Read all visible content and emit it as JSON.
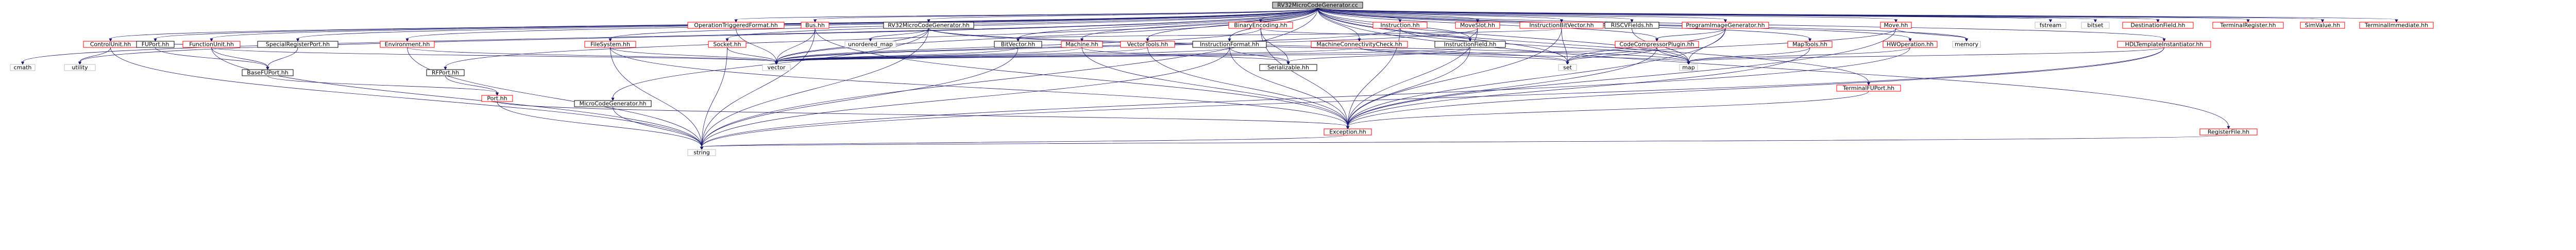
{
  "colors": {
    "root_fill": "#bfbfbf",
    "default_border": "#000000",
    "red_border": "#ff0000",
    "system_border": "#bfbfbf",
    "text": "#000000",
    "edge": "#191970"
  },
  "graph": {
    "root": "n_root",
    "nodes": [
      {
        "id": "n_root",
        "label": "RV32MicroCodeGenerator.cc",
        "kind": "root"
      },
      {
        "id": "n_cmath",
        "label": "cmath",
        "kind": "system"
      },
      {
        "id": "n_utility",
        "label": "utility",
        "kind": "system"
      },
      {
        "id": "n_controlunit",
        "label": "ControlUnit.hh",
        "kind": "red"
      },
      {
        "id": "n_fuport",
        "label": "FUPort.hh",
        "kind": "normal"
      },
      {
        "id": "n_funcunit",
        "label": "FunctionUnit.hh",
        "kind": "red"
      },
      {
        "id": "n_specialreg",
        "label": "SpecialRegisterPort.hh",
        "kind": "normal"
      },
      {
        "id": "n_baseport",
        "label": "BaseFUPort.hh",
        "kind": "normal"
      },
      {
        "id": "n_environment",
        "label": "Environment.hh",
        "kind": "red"
      },
      {
        "id": "n_rfport",
        "label": "RFPort.hh",
        "kind": "normal"
      },
      {
        "id": "n_port",
        "label": "Port.hh",
        "kind": "red"
      },
      {
        "id": "n_filesystem",
        "label": "FileSystem.hh",
        "kind": "red"
      },
      {
        "id": "n_microcodegen",
        "label": "MicroCodeGenerator.hh",
        "kind": "normal"
      },
      {
        "id": "n_optrig",
        "label": "OperationTriggeredFormat.hh",
        "kind": "red"
      },
      {
        "id": "n_bus",
        "label": "Bus.hh",
        "kind": "red"
      },
      {
        "id": "n_socket",
        "label": "Socket.hh",
        "kind": "red"
      },
      {
        "id": "n_rv32mcg",
        "label": "RV32MicroCodeGenerator.hh",
        "kind": "normal"
      },
      {
        "id": "n_unordered",
        "label": "unordered_map",
        "kind": "system"
      },
      {
        "id": "n_vector",
        "label": "vector",
        "kind": "system"
      },
      {
        "id": "n_binenc",
        "label": "BinaryEncoding.hh",
        "kind": "red"
      },
      {
        "id": "n_bitvector",
        "label": "BitVector.hh",
        "kind": "normal"
      },
      {
        "id": "n_machine",
        "label": "Machine.hh",
        "kind": "red"
      },
      {
        "id": "n_vectortools",
        "label": "VectorTools.hh",
        "kind": "red"
      },
      {
        "id": "n_instruction",
        "label": "Instruction.hh",
        "kind": "red"
      },
      {
        "id": "n_instrformat",
        "label": "InstructionFormat.hh",
        "kind": "normal"
      },
      {
        "id": "n_serializable",
        "label": "Serializable.hh",
        "kind": "normal"
      },
      {
        "id": "n_machconn",
        "label": "MachineConnectivityCheck.hh",
        "kind": "red"
      },
      {
        "id": "n_moveslot",
        "label": "MoveSlot.hh",
        "kind": "red"
      },
      {
        "id": "n_instrfield",
        "label": "InstructionField.hh",
        "kind": "normal"
      },
      {
        "id": "n_instrbitvec",
        "label": "InstructionBitVector.hh",
        "kind": "red"
      },
      {
        "id": "n_riscvfields",
        "label": "RISCVFields.hh",
        "kind": "normal"
      },
      {
        "id": "n_set",
        "label": "set",
        "kind": "system"
      },
      {
        "id": "n_progimggen",
        "label": "ProgramImageGenerator.hh",
        "kind": "red"
      },
      {
        "id": "n_codecomp",
        "label": "CodeCompressorPlugin.hh",
        "kind": "red"
      },
      {
        "id": "n_maptools",
        "label": "MapTools.hh",
        "kind": "red"
      },
      {
        "id": "n_map",
        "label": "map",
        "kind": "system"
      },
      {
        "id": "n_terminalfuport",
        "label": "TerminalFUPort.hh",
        "kind": "red"
      },
      {
        "id": "n_move",
        "label": "Move.hh",
        "kind": "red"
      },
      {
        "id": "n_hwoperation",
        "label": "HWOperation.hh",
        "kind": "red"
      },
      {
        "id": "n_memory",
        "label": "memory",
        "kind": "system"
      },
      {
        "id": "n_fstream",
        "label": "fstream",
        "kind": "system"
      },
      {
        "id": "n_bitset",
        "label": "bitset",
        "kind": "system"
      },
      {
        "id": "n_destfield",
        "label": "DestinationField.hh",
        "kind": "red"
      },
      {
        "id": "n_hdltempl",
        "label": "HDLTemplateInstantiator.hh",
        "kind": "red"
      },
      {
        "id": "n_termreg",
        "label": "TerminalRegister.hh",
        "kind": "red"
      },
      {
        "id": "n_simvalue",
        "label": "SimValue.hh",
        "kind": "red"
      },
      {
        "id": "n_termimm",
        "label": "TerminalImmediate.hh",
        "kind": "red"
      },
      {
        "id": "n_registerfile",
        "label": "RegisterFile.hh",
        "kind": "red"
      },
      {
        "id": "n_exception",
        "label": "Exception.hh",
        "kind": "red"
      },
      {
        "id": "n_string",
        "label": "string",
        "kind": "system"
      }
    ],
    "edges": [
      [
        "n_root",
        "n_cmath"
      ],
      [
        "n_root",
        "n_utility"
      ],
      [
        "n_root",
        "n_controlunit"
      ],
      [
        "n_root",
        "n_fuport"
      ],
      [
        "n_root",
        "n_funcunit"
      ],
      [
        "n_root",
        "n_specialreg"
      ],
      [
        "n_root",
        "n_environment"
      ],
      [
        "n_root",
        "n_rfport"
      ],
      [
        "n_root",
        "n_filesystem"
      ],
      [
        "n_root",
        "n_optrig"
      ],
      [
        "n_root",
        "n_bus"
      ],
      [
        "n_root",
        "n_socket"
      ],
      [
        "n_root",
        "n_rv32mcg"
      ],
      [
        "n_root",
        "n_binenc"
      ],
      [
        "n_root",
        "n_bitvector"
      ],
      [
        "n_root",
        "n_machine"
      ],
      [
        "n_root",
        "n_vectortools"
      ],
      [
        "n_root",
        "n_instruction"
      ],
      [
        "n_root",
        "n_instrformat"
      ],
      [
        "n_root",
        "n_machconn"
      ],
      [
        "n_root",
        "n_moveslot"
      ],
      [
        "n_root",
        "n_instrfield"
      ],
      [
        "n_root",
        "n_instrbitvec"
      ],
      [
        "n_root",
        "n_riscvfields"
      ],
      [
        "n_root",
        "n_progimggen"
      ],
      [
        "n_root",
        "n_codecomp"
      ],
      [
        "n_root",
        "n_maptools"
      ],
      [
        "n_root",
        "n_terminalfuport"
      ],
      [
        "n_root",
        "n_move"
      ],
      [
        "n_root",
        "n_hwoperation"
      ],
      [
        "n_root",
        "n_memory"
      ],
      [
        "n_root",
        "n_fstream"
      ],
      [
        "n_root",
        "n_bitset"
      ],
      [
        "n_root",
        "n_destfield"
      ],
      [
        "n_root",
        "n_hdltempl"
      ],
      [
        "n_root",
        "n_termreg"
      ],
      [
        "n_root",
        "n_simvalue"
      ],
      [
        "n_root",
        "n_termimm"
      ],
      [
        "n_root",
        "n_registerfile"
      ],
      [
        "n_root",
        "n_string"
      ],
      [
        "n_root",
        "n_vector"
      ],
      [
        "n_root",
        "n_map"
      ],
      [
        "n_root",
        "n_set"
      ],
      [
        "n_controlunit",
        "n_utility"
      ],
      [
        "n_controlunit",
        "n_funcunit"
      ],
      [
        "n_controlunit",
        "n_string"
      ],
      [
        "n_fuport",
        "n_baseport"
      ],
      [
        "n_funcunit",
        "n_baseport"
      ],
      [
        "n_funcunit",
        "n_vector"
      ],
      [
        "n_funcunit",
        "n_string"
      ],
      [
        "n_specialreg",
        "n_baseport"
      ],
      [
        "n_baseport",
        "n_port"
      ],
      [
        "n_environment",
        "n_vector"
      ],
      [
        "n_environment",
        "n_string"
      ],
      [
        "n_rfport",
        "n_port"
      ],
      [
        "n_port",
        "n_string"
      ],
      [
        "n_port",
        "n_exception"
      ],
      [
        "n_filesystem",
        "n_vector"
      ],
      [
        "n_filesystem",
        "n_string"
      ],
      [
        "n_filesystem",
        "n_exception"
      ],
      [
        "n_microcodegen",
        "n_string"
      ],
      [
        "n_optrig",
        "n_vector"
      ],
      [
        "n_bus",
        "n_vector"
      ],
      [
        "n_bus",
        "n_string"
      ],
      [
        "n_bus",
        "n_exception"
      ],
      [
        "n_socket",
        "n_vector"
      ],
      [
        "n_socket",
        "n_string"
      ],
      [
        "n_rv32mcg",
        "n_microcodegen"
      ],
      [
        "n_rv32mcg",
        "n_unordered"
      ],
      [
        "n_rv32mcg",
        "n_vector"
      ],
      [
        "n_rv32mcg",
        "n_map"
      ],
      [
        "n_rv32mcg",
        "n_set"
      ],
      [
        "n_rv32mcg",
        "n_string"
      ],
      [
        "n_binenc",
        "n_vector"
      ],
      [
        "n_binenc",
        "n_serializable"
      ],
      [
        "n_binenc",
        "n_instrfield"
      ],
      [
        "n_binenc",
        "n_exception"
      ],
      [
        "n_bitvector",
        "n_vector"
      ],
      [
        "n_bitvector",
        "n_string"
      ],
      [
        "n_machine",
        "n_vector"
      ],
      [
        "n_machine",
        "n_serializable"
      ],
      [
        "n_machine",
        "n_exception"
      ],
      [
        "n_vectortools",
        "n_vector"
      ],
      [
        "n_vectortools",
        "n_exception"
      ],
      [
        "n_instruction",
        "n_vector"
      ],
      [
        "n_instruction",
        "n_exception"
      ],
      [
        "n_instruction",
        "n_map"
      ],
      [
        "n_instrformat",
        "n_vector"
      ],
      [
        "n_instrformat",
        "n_serializable"
      ],
      [
        "n_instrformat",
        "n_exception"
      ],
      [
        "n_instrformat",
        "n_string"
      ],
      [
        "n_machconn",
        "n_vector"
      ],
      [
        "n_machconn",
        "n_set"
      ],
      [
        "n_machconn",
        "n_map"
      ],
      [
        "n_moveslot",
        "n_instrfield"
      ],
      [
        "n_moveslot",
        "n_exception"
      ],
      [
        "n_moveslot",
        "n_vector"
      ],
      [
        "n_instrfield",
        "n_serializable"
      ],
      [
        "n_instrfield",
        "n_exception"
      ],
      [
        "n_instrfield",
        "n_vector"
      ],
      [
        "n_instrbitvec",
        "n_bitvector"
      ],
      [
        "n_instrbitvec",
        "n_set"
      ],
      [
        "n_instrbitvec",
        "n_exception"
      ],
      [
        "n_riscvfields",
        "n_map"
      ],
      [
        "n_progimggen",
        "n_codecomp"
      ],
      [
        "n_progimggen",
        "n_set"
      ],
      [
        "n_progimggen",
        "n_map"
      ],
      [
        "n_progimggen",
        "n_exception"
      ],
      [
        "n_codecomp",
        "n_set"
      ],
      [
        "n_codecomp",
        "n_map"
      ],
      [
        "n_codecomp",
        "n_exception"
      ],
      [
        "n_codecomp",
        "n_vector"
      ],
      [
        "n_maptools",
        "n_map"
      ],
      [
        "n_maptools",
        "n_exception"
      ],
      [
        "n_terminalfuport",
        "n_exception"
      ],
      [
        "n_move",
        "n_memory"
      ],
      [
        "n_move",
        "n_exception"
      ],
      [
        "n_move",
        "n_set"
      ],
      [
        "n_hwoperation",
        "n_map"
      ],
      [
        "n_hwoperation",
        "n_string"
      ],
      [
        "n_hdltempl",
        "n_string"
      ],
      [
        "n_hdltempl",
        "n_exception"
      ],
      [
        "n_hdltempl",
        "n_map"
      ],
      [
        "n_registerfile",
        "n_string"
      ],
      [
        "n_exception",
        "n_string"
      ]
    ]
  }
}
